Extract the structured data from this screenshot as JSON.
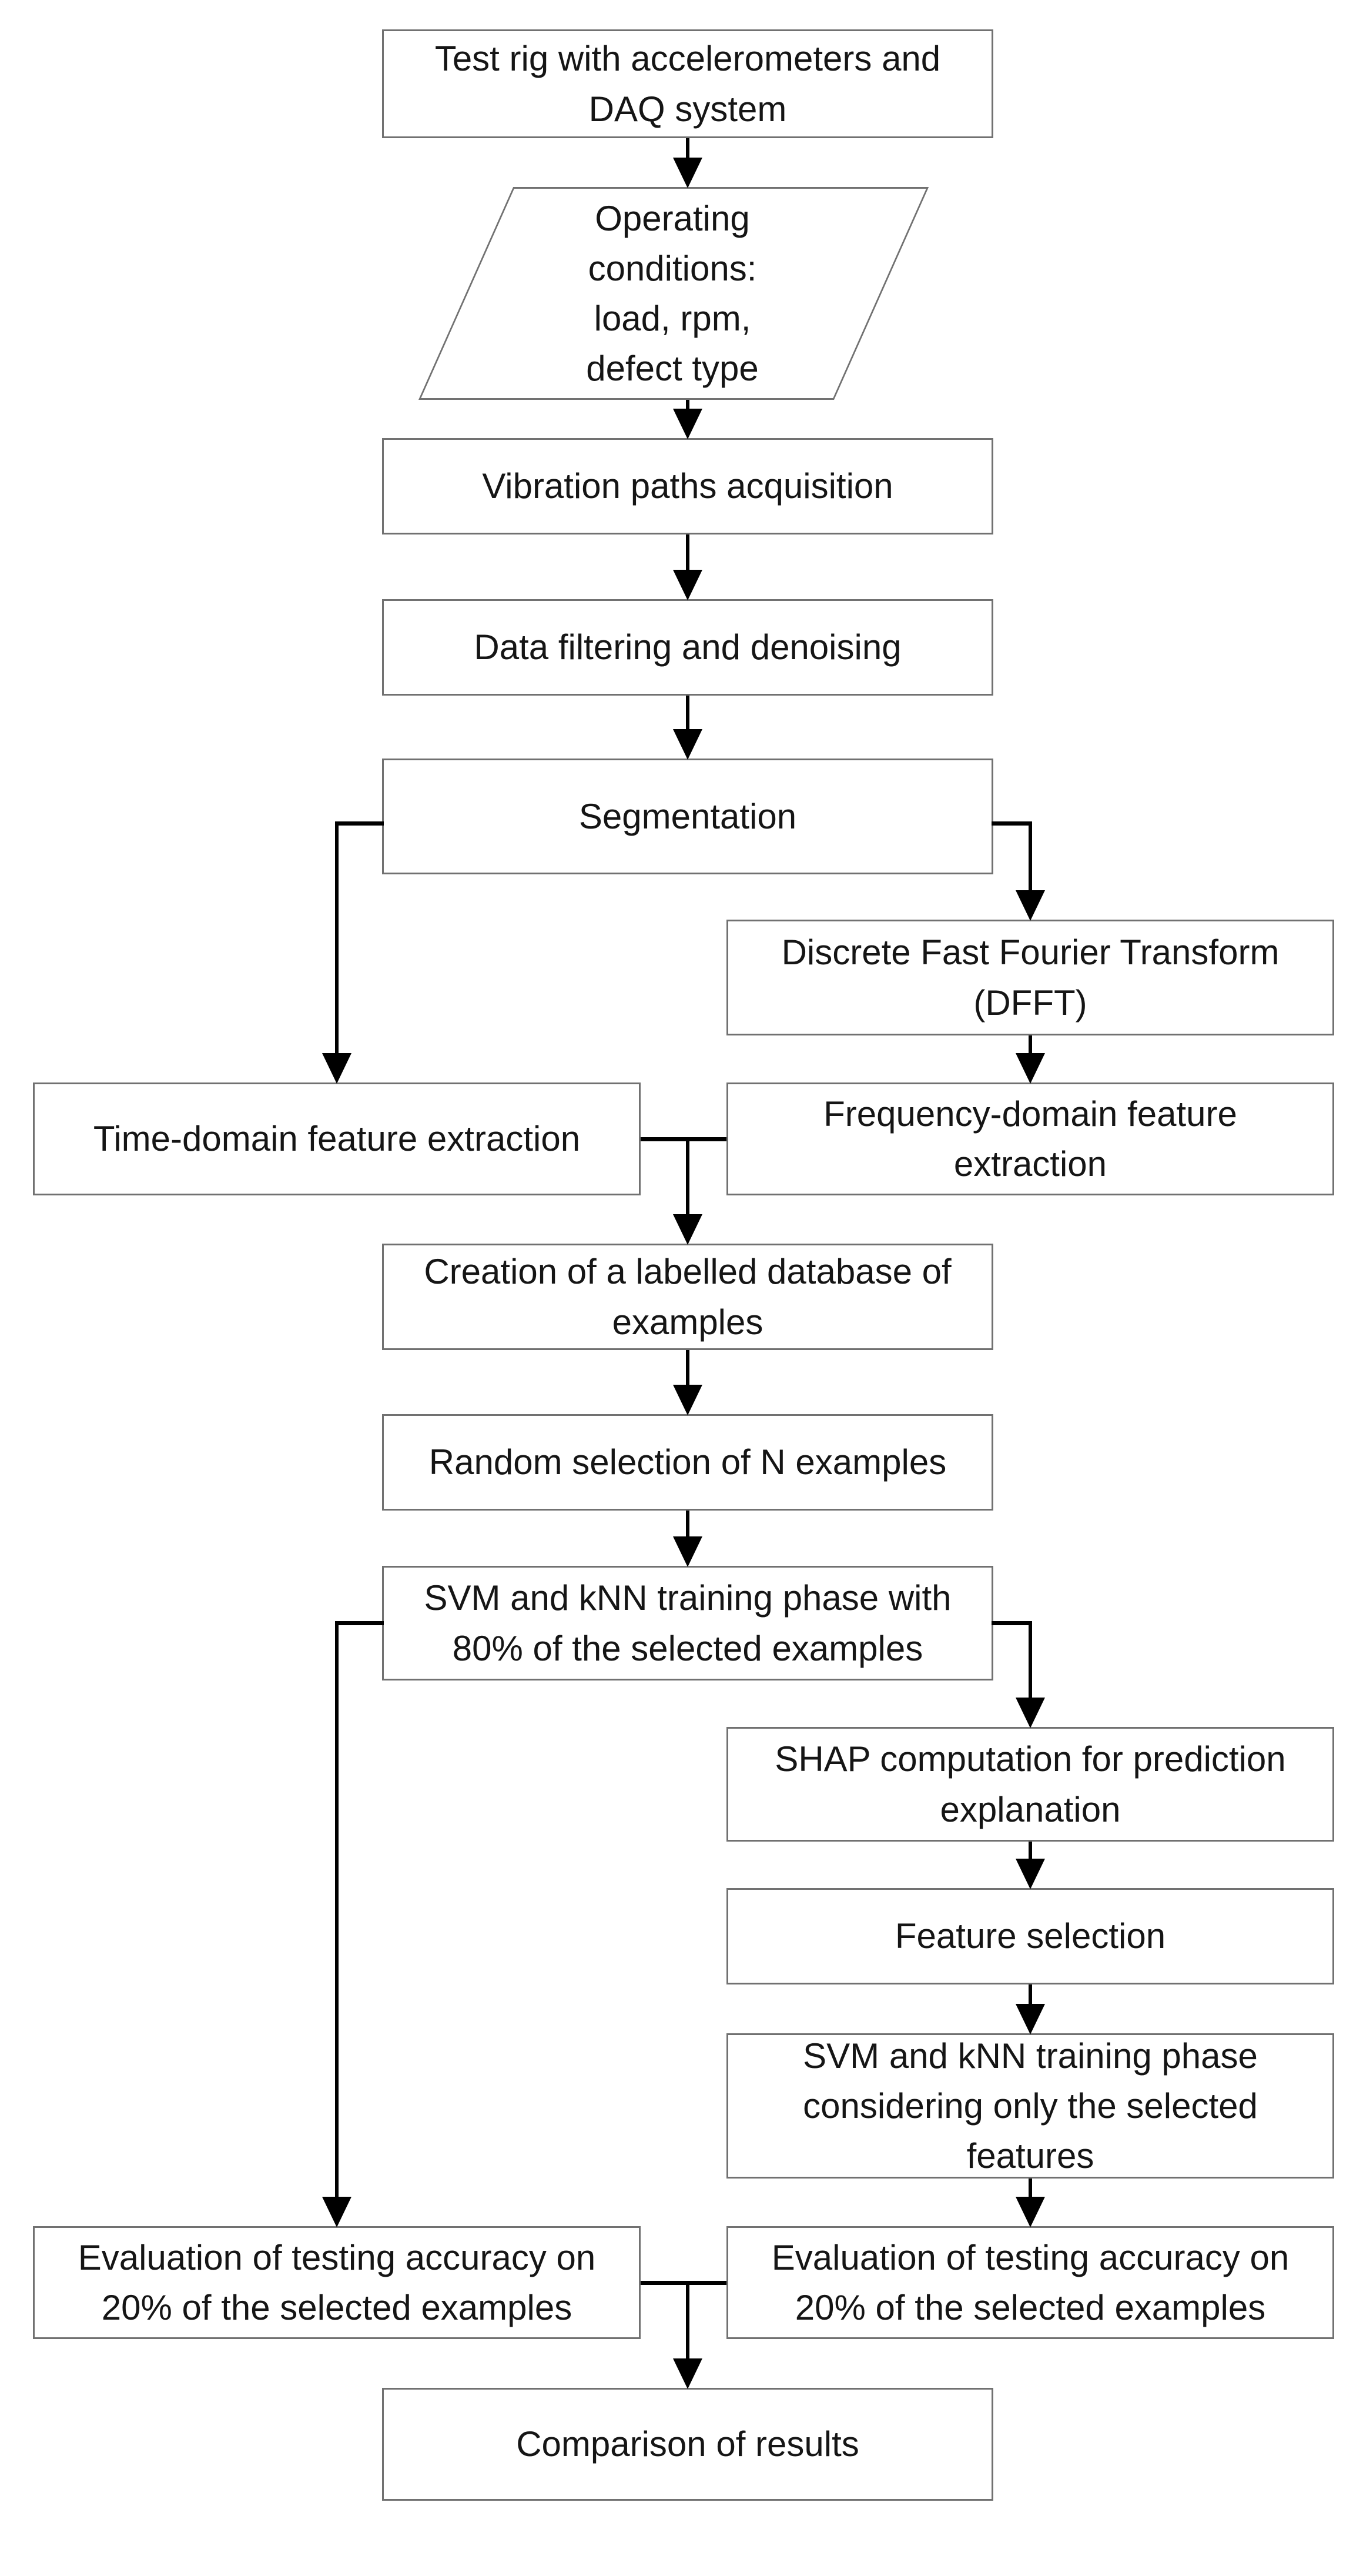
{
  "diagram": {
    "type": "flowchart",
    "background": "#ffffff",
    "colors": {
      "box_border": "#717171",
      "connector": "#000000",
      "text": "#151515"
    },
    "nodes": {
      "test_rig": {
        "shape": "process-rect",
        "label": "Test rig with accelerometers and\nDAQ system"
      },
      "operating_conditions": {
        "shape": "input-parallelogram",
        "label": "Operating\nconditions:\nload, rpm,\ndefect type"
      },
      "vibration_acquisition": {
        "shape": "process-rect",
        "label": "Vibration paths acquisition"
      },
      "data_filtering": {
        "shape": "process-rect",
        "label": "Data filtering and denoising"
      },
      "segmentation": {
        "shape": "process-rect",
        "label": "Segmentation"
      },
      "dfft": {
        "shape": "process-rect",
        "label": "Discrete Fast Fourier Transform\n(DFFT)"
      },
      "time_domain_extraction": {
        "shape": "process-rect",
        "label": "Time-domain feature extraction"
      },
      "frequency_domain_extraction": {
        "shape": "process-rect",
        "label": "Frequency-domain feature\nextraction"
      },
      "labelled_database": {
        "shape": "process-rect",
        "label": "Creation of a labelled database of\nexamples"
      },
      "random_selection": {
        "shape": "process-rect",
        "label": "Random selection of N examples"
      },
      "svm_knn_training_80": {
        "shape": "process-rect",
        "label": "SVM and kNN training phase with\n80% of the selected examples"
      },
      "shap_computation": {
        "shape": "process-rect",
        "label": "SHAP computation for prediction\nexplanation"
      },
      "feature_selection": {
        "shape": "process-rect",
        "label": "Feature selection"
      },
      "svm_knn_training_selected": {
        "shape": "process-rect",
        "label": "SVM and kNN training phase\nconsidering only the selected\nfeatures"
      },
      "evaluation_left": {
        "shape": "process-rect",
        "label": "Evaluation of testing accuracy on\n20% of the selected examples"
      },
      "evaluation_right": {
        "shape": "process-rect",
        "label": "Evaluation of testing accuracy on\n20% of the selected examples"
      },
      "comparison": {
        "shape": "process-rect",
        "label": "Comparison of results"
      }
    },
    "edges": [
      {
        "from": "test_rig",
        "to": "operating_conditions"
      },
      {
        "from": "operating_conditions",
        "to": "vibration_acquisition"
      },
      {
        "from": "vibration_acquisition",
        "to": "data_filtering"
      },
      {
        "from": "data_filtering",
        "to": "segmentation"
      },
      {
        "from": "segmentation",
        "to": "time_domain_extraction"
      },
      {
        "from": "segmentation",
        "to": "dfft"
      },
      {
        "from": "dfft",
        "to": "frequency_domain_extraction"
      },
      {
        "from": "time_domain_extraction",
        "to": "labelled_database"
      },
      {
        "from": "frequency_domain_extraction",
        "to": "labelled_database"
      },
      {
        "from": "labelled_database",
        "to": "random_selection"
      },
      {
        "from": "random_selection",
        "to": "svm_knn_training_80"
      },
      {
        "from": "svm_knn_training_80",
        "to": "evaluation_left"
      },
      {
        "from": "svm_knn_training_80",
        "to": "shap_computation"
      },
      {
        "from": "shap_computation",
        "to": "feature_selection"
      },
      {
        "from": "feature_selection",
        "to": "svm_knn_training_selected"
      },
      {
        "from": "svm_knn_training_selected",
        "to": "evaluation_right"
      },
      {
        "from": "evaluation_left",
        "to": "comparison"
      },
      {
        "from": "evaluation_right",
        "to": "comparison"
      }
    ]
  }
}
